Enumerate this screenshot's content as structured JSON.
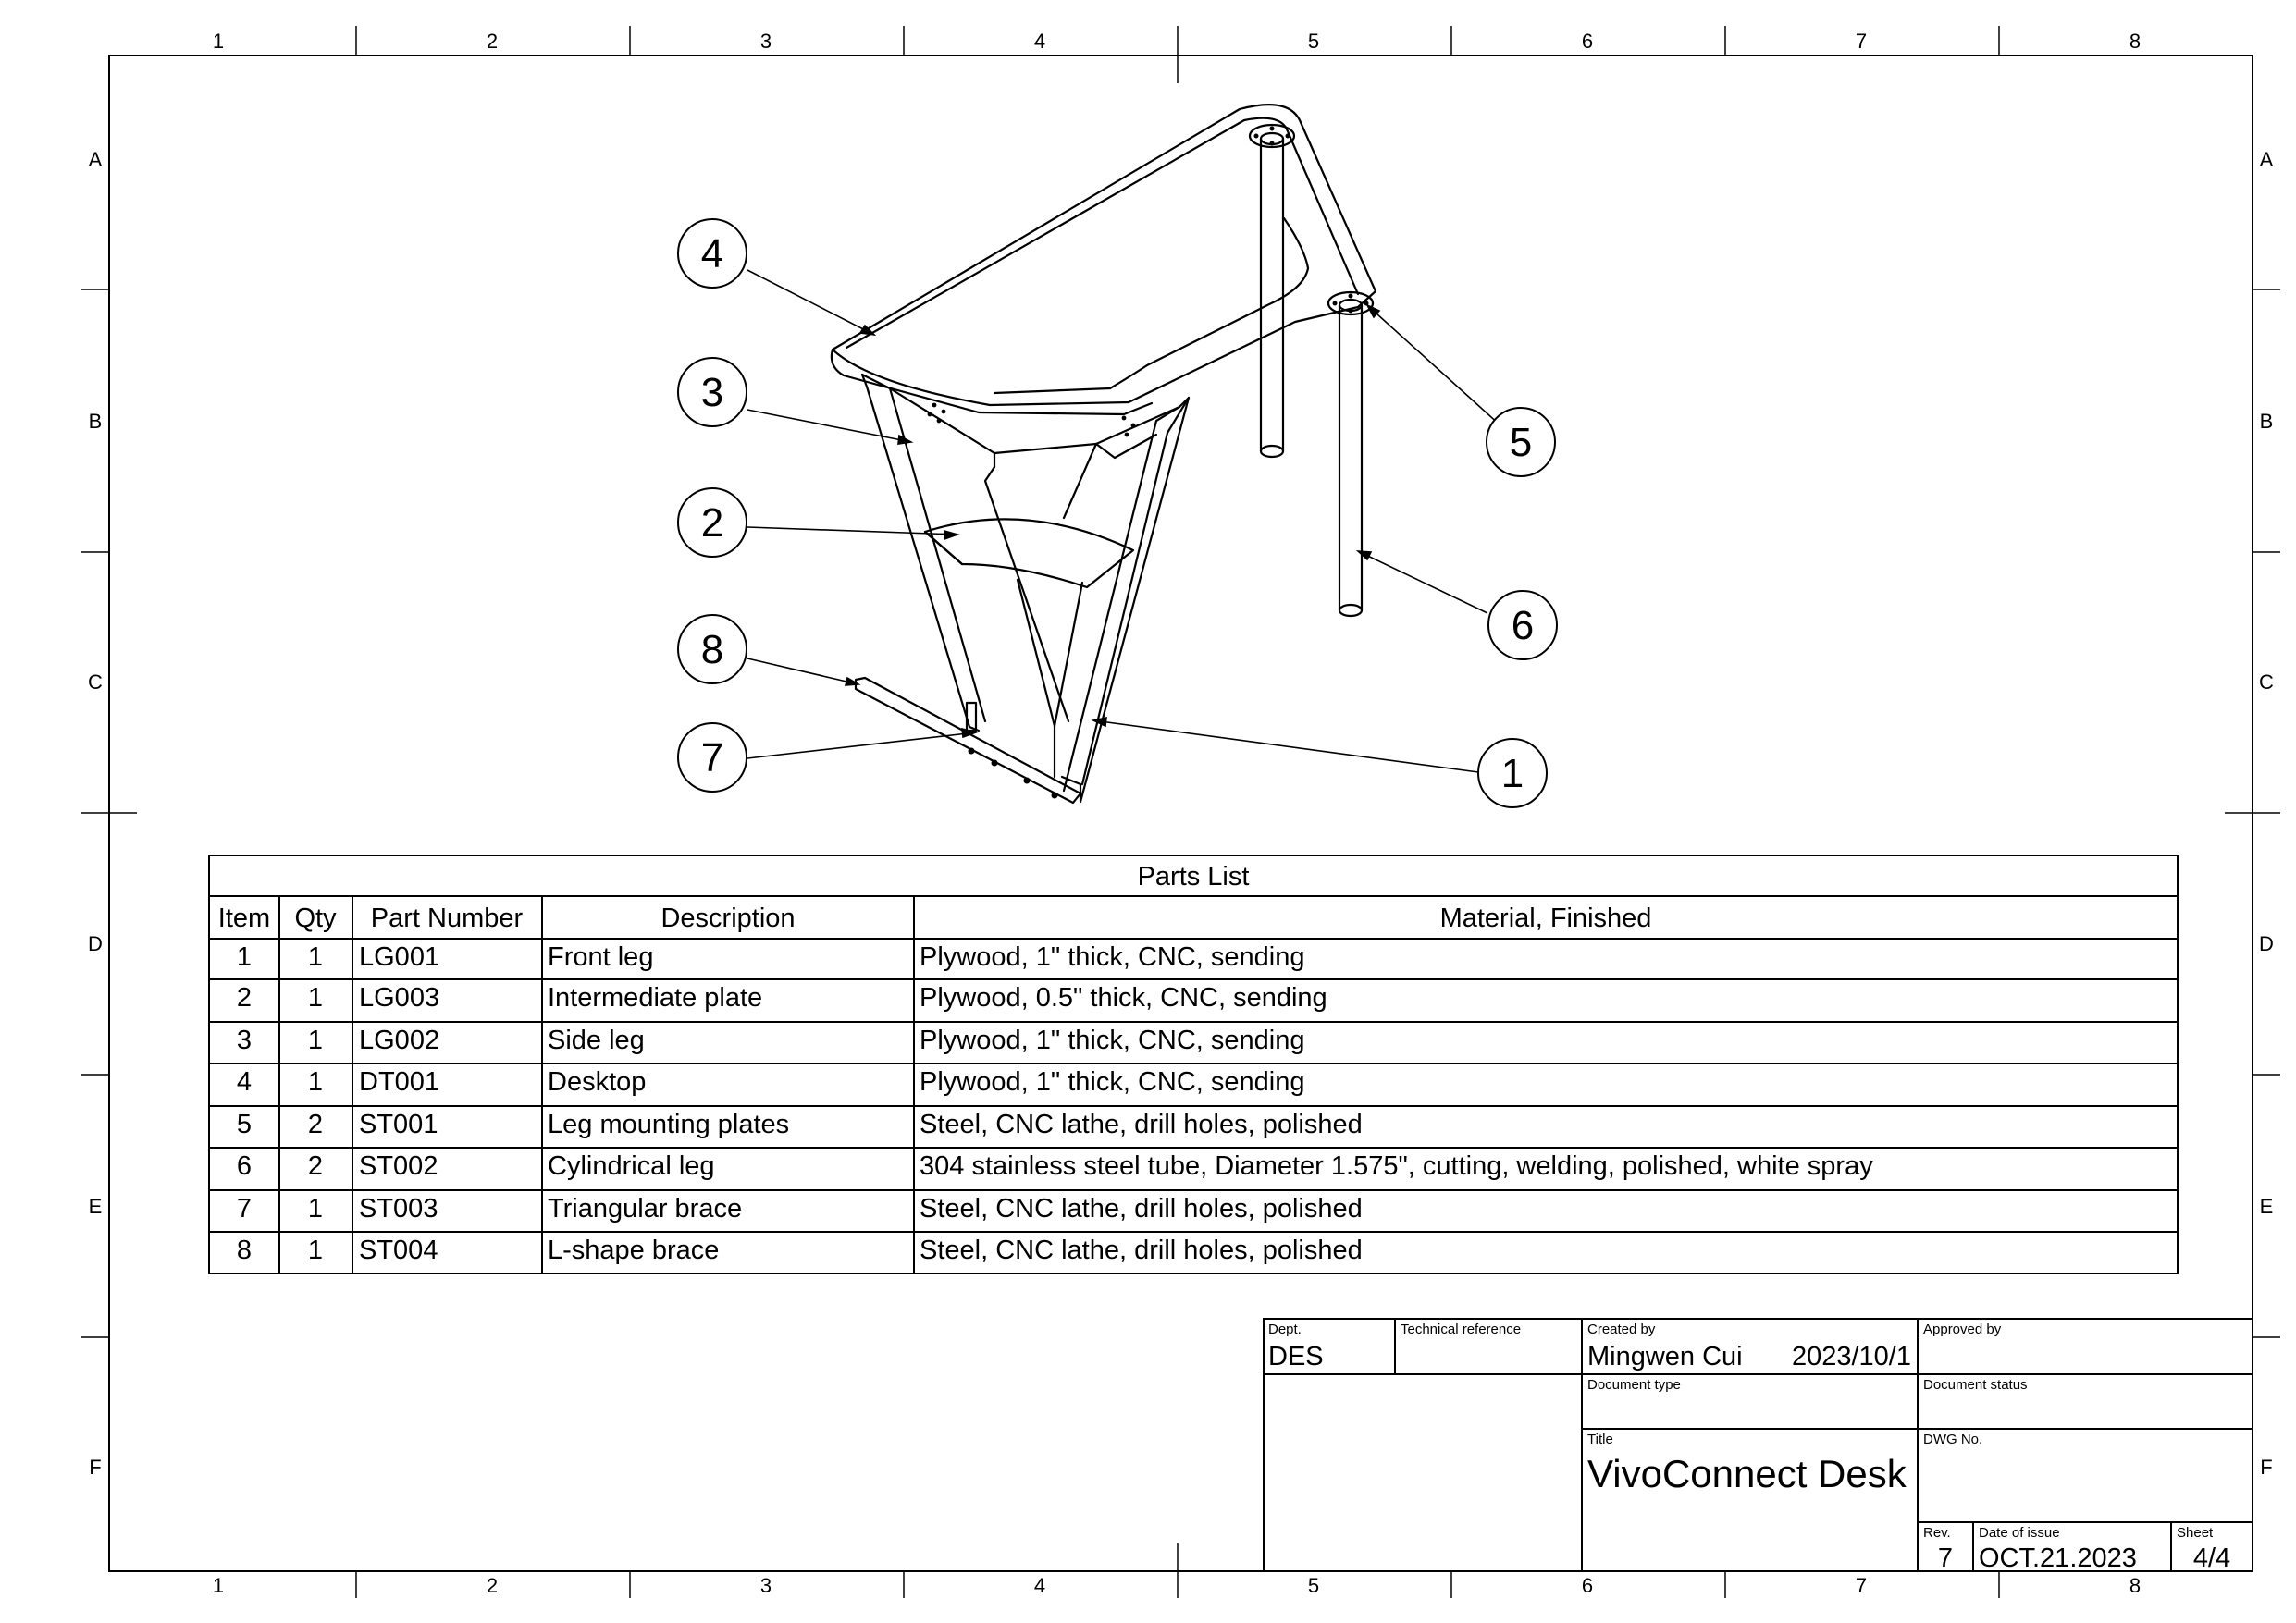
{
  "drawing": {
    "columns": [
      "1",
      "2",
      "3",
      "4",
      "5",
      "6",
      "7",
      "8"
    ],
    "rows": [
      "A",
      "B",
      "C",
      "D",
      "E",
      "F"
    ]
  },
  "balloons": [
    {
      "number": "4",
      "part": "Desktop"
    },
    {
      "number": "3",
      "part": "Side leg"
    },
    {
      "number": "2",
      "part": "Intermediate plate"
    },
    {
      "number": "8",
      "part": "L-shape brace"
    },
    {
      "number": "7",
      "part": "Triangular brace"
    },
    {
      "number": "1",
      "part": "Front leg"
    },
    {
      "number": "5",
      "part": "Leg mounting plates"
    },
    {
      "number": "6",
      "part": "Cylindrical leg"
    }
  ],
  "parts_list": {
    "title": "Parts List",
    "headers": [
      "Item",
      "Qty",
      "Part Number",
      "Description",
      "Material, Finished"
    ],
    "rows": [
      [
        "1",
        "1",
        "LG001",
        "Front leg",
        "Plywood, 1\" thick, CNC, sending"
      ],
      [
        "2",
        "1",
        "LG003",
        "Intermediate plate",
        "Plywood, 0.5\" thick, CNC, sending"
      ],
      [
        "3",
        "1",
        "LG002",
        "Side leg",
        "Plywood, 1\" thick, CNC, sending"
      ],
      [
        "4",
        "1",
        "DT001",
        "Desktop",
        "Plywood, 1\" thick, CNC, sending"
      ],
      [
        "5",
        "2",
        "ST001",
        "Leg mounting plates",
        "Steel, CNC lathe, drill holes, polished"
      ],
      [
        "6",
        "2",
        "ST002",
        "Cylindrical leg",
        "304 stainless steel tube, Diameter 1.575\", cutting, welding, polished, white spray"
      ],
      [
        "7",
        "1",
        "ST003",
        "Triangular brace",
        "Steel, CNC lathe, drill holes, polished"
      ],
      [
        "8",
        "1",
        "ST004",
        "L-shape brace",
        "Steel, CNC lathe, drill holes, polished"
      ]
    ]
  },
  "title_block": {
    "dept_label": "Dept.",
    "dept": "DES",
    "tech_ref_label": "Technical reference",
    "tech_ref": "",
    "created_by_label": "Created by",
    "created_by": "Mingwen Cui",
    "created_date": "2023/10/1",
    "approved_by_label": "Approved by",
    "approved_by": "",
    "doc_type_label": "Document type",
    "doc_type": "",
    "doc_status_label": "Document status",
    "doc_status": "",
    "title_label": "Title",
    "title": "VivoConnect Desk",
    "dwg_no_label": "DWG No.",
    "dwg_no": "",
    "rev_label": "Rev.",
    "rev": "7",
    "date_label": "Date of issue",
    "date": "OCT.21.2023",
    "sheet_label": "Sheet",
    "sheet": "4/4"
  }
}
